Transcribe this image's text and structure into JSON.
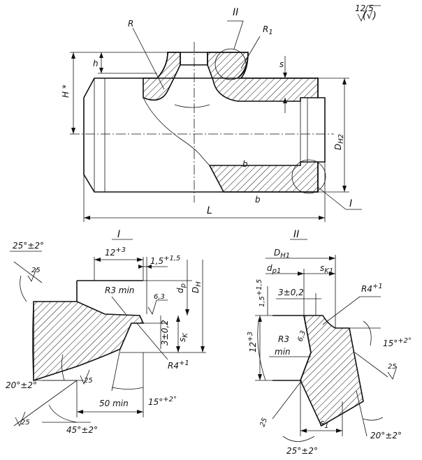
{
  "roughness": {
    "value": "12,5",
    "suffix": "(√)"
  },
  "main_view": {
    "R": "R",
    "R1": "R",
    "R1_sub": "1",
    "II": "II",
    "h": "h",
    "s": "s",
    "H": "H *",
    "DH2": "D",
    "DH2_sub": "H2",
    "L": "L",
    "I": "I",
    "finish_mark": "b"
  },
  "detail_I": {
    "title": "I",
    "angle_top": "25°±2°",
    "rough_25a": "25",
    "dim_12": "12",
    "dim_12_tol": "+3",
    "dim_15": "1,5",
    "dim_15_tol": "+1,5",
    "R3min": "R3 min",
    "rough_63": "6,3",
    "dp": "d",
    "dp_sub": "p",
    "DH": "D",
    "DH_sub": "H",
    "sk": "s",
    "sk_sub": "K",
    "tol_3": "3±0,2",
    "R4": "R4",
    "R4_tol": "+1",
    "angle_20": "20°±2°",
    "rough_25b": "25",
    "dim_50": "50 min",
    "angle_15": "15°",
    "angle_15_tol": "+2°",
    "rough_25c": "25",
    "angle_45": "45°±2°"
  },
  "detail_II": {
    "title": "II",
    "DH1": "D",
    "DH1_sub": "H1",
    "dp1": "d",
    "dp1_sub": "p1",
    "sk1": "s",
    "sk1_sub": "K1",
    "dim_15": "1,5",
    "dim_15_tol": "+1,5",
    "tol_3": "3±0,2",
    "R4": "R4",
    "R4_tol": "+1",
    "dim_12": "12",
    "dim_12_tol": "+3",
    "angle_15": "15°",
    "angle_15_tol": "+2°",
    "R3": "R3",
    "min": "min",
    "rough_63": "6,3",
    "rough_25a": "25",
    "rough_25b": "25",
    "s1": "s",
    "s1_sub": "1",
    "angle_25": "25°±2°",
    "angle_20": "20°±2°"
  }
}
